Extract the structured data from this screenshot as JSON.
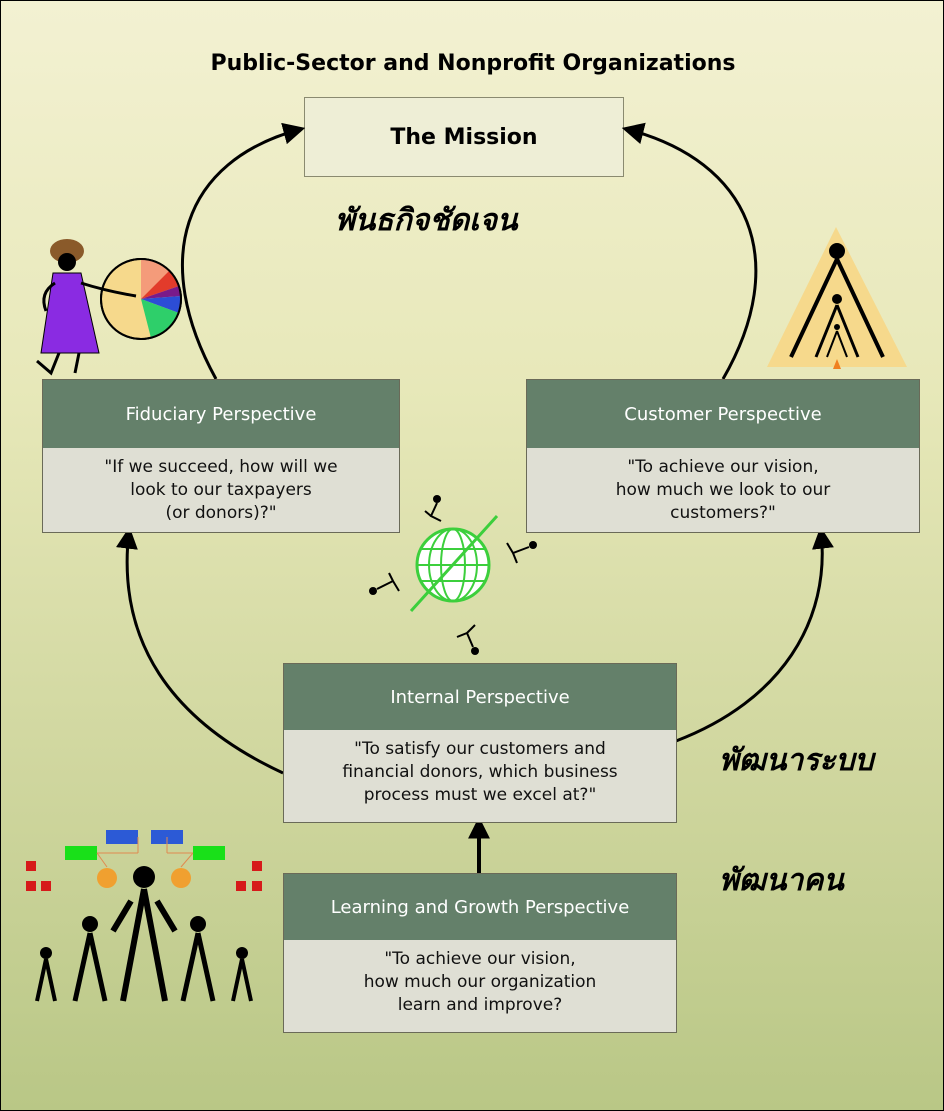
{
  "title": "Public-Sector and Nonprofit Organizations",
  "mission": "The Mission",
  "thai_labels": {
    "mission": "พันธกิจชัดเจน",
    "system": "พัฒนาระบบ",
    "people": "พัฒนาคน"
  },
  "fiduciary": {
    "header": "Fiduciary Perspective",
    "lines": [
      "\"If we succeed, how will we",
      "look to our taxpayers",
      "(or donors)?\""
    ]
  },
  "customer": {
    "header": "Customer Perspective",
    "lines": [
      "\"To achieve our vision,",
      "how much we look to our",
      "customers?\""
    ]
  },
  "internal": {
    "header": "Internal Perspective",
    "lines": [
      "\"To satisfy our customers and",
      "financial donors, which business",
      "process must we excel at?\""
    ]
  },
  "learning": {
    "header": "Learning and Growth Perspective",
    "lines": [
      "\"To achieve our vision,",
      "how much our organization",
      "learn and improve?"
    ]
  },
  "colors": {
    "header_green": "#64806a",
    "box_body": "#dfdfd4",
    "mission_box": "#eeeed6"
  }
}
